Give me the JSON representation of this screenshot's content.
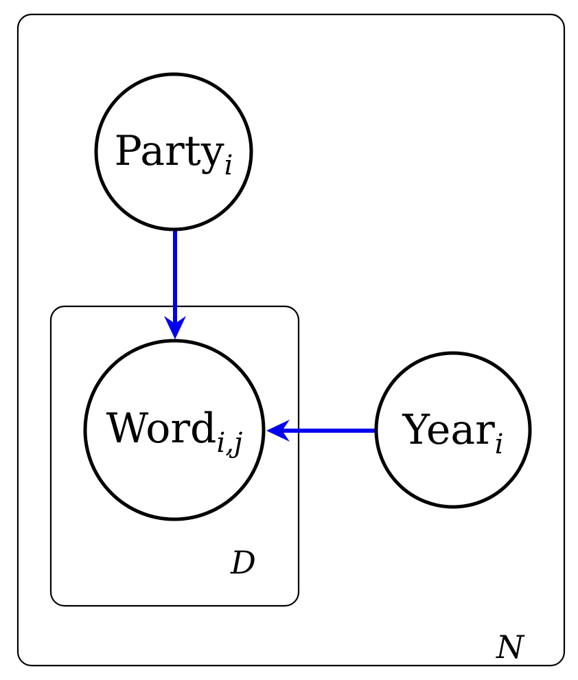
{
  "diagram": {
    "edge_color": "#0000ee",
    "nodes": {
      "party": {
        "label": "Party",
        "subscript": "i"
      },
      "word": {
        "label": "Word",
        "subscript": "i,j"
      },
      "year": {
        "label": "Year",
        "subscript": "i"
      }
    },
    "plates": {
      "outer": {
        "label": "N"
      },
      "inner": {
        "label": "D"
      }
    },
    "edges": [
      {
        "from": "party",
        "to": "word"
      },
      {
        "from": "year",
        "to": "word"
      }
    ]
  }
}
